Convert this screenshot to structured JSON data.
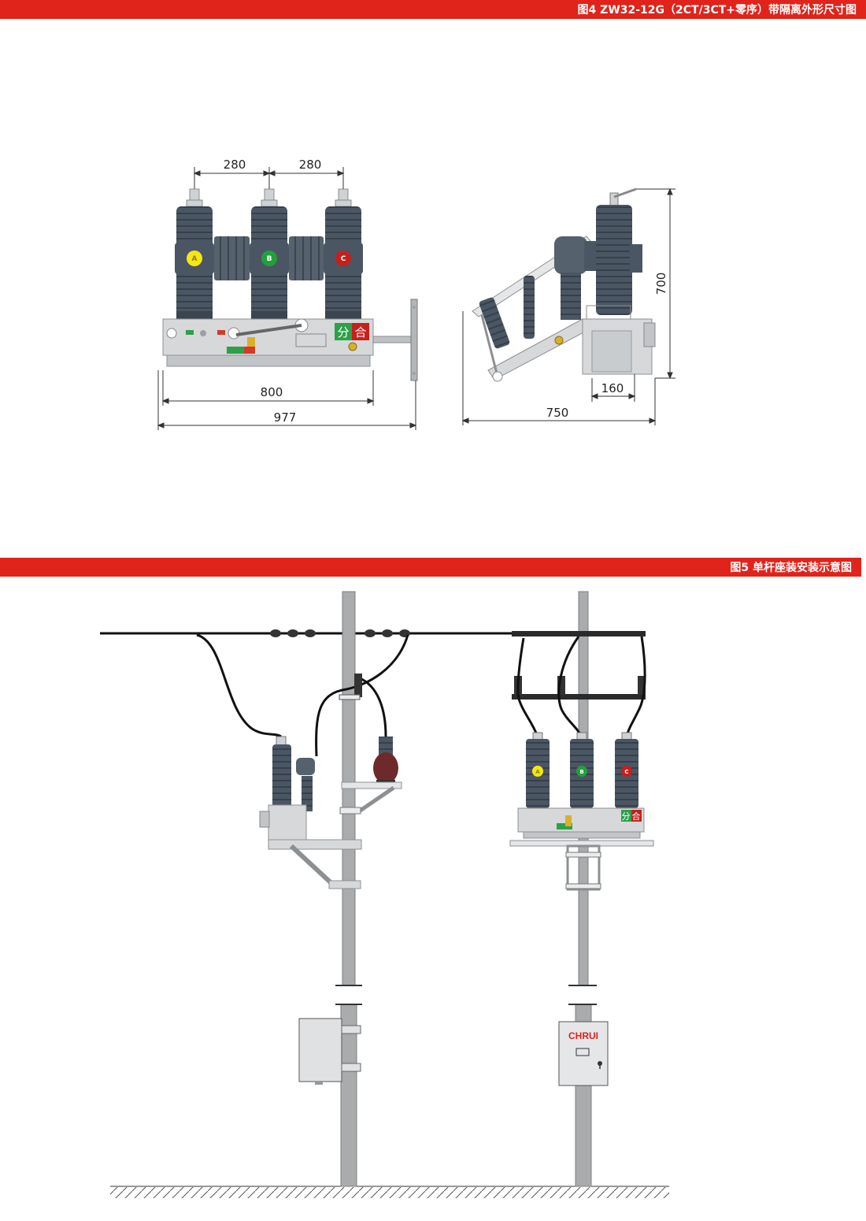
{
  "figure4": {
    "title": "图4 ZW32-12G（2CT/3CT+零序）带隔离外形尺寸图",
    "front_view": {
      "phase_labels": [
        "A",
        "B",
        "C"
      ],
      "phase_colors": [
        "#f5e614",
        "#22a03c",
        "#c4211d"
      ],
      "pole_spacing_1": "280",
      "pole_spacing_2": "280",
      "base_width": "800",
      "overall_width": "977",
      "panel_label_open": "分",
      "panel_label_close": "合"
    },
    "side_view": {
      "height": "700",
      "depth": "750",
      "base_depth": "160"
    }
  },
  "figure5": {
    "title": "图5 单杆座装安装示意图",
    "right_assembly": {
      "phase_labels": [
        "A",
        "B",
        "C"
      ],
      "panel_label_open": "分",
      "panel_label_close": "合",
      "control_box_brand": "CHRUI"
    }
  },
  "colors": {
    "accent": "#e0231b",
    "insulator": "#4a5663",
    "frame": "#d6d8da",
    "pole": "#a9abad"
  }
}
